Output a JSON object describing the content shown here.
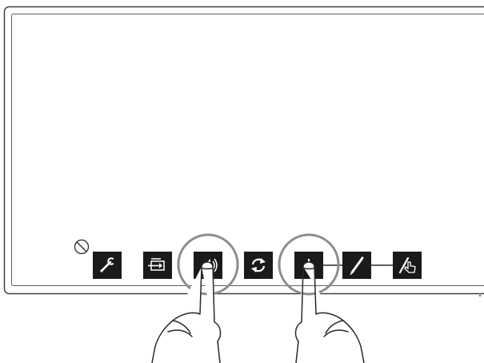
{
  "colors": {
    "bezel_stroke": "#404040",
    "screen_stroke": "#606060",
    "button_fill": "#1a1a1a",
    "icon_fill": "#ffffff",
    "highlight_ring": "#8c8c8c",
    "hand_stroke": "#2a2a2a"
  },
  "display": {
    "buttons": [
      {
        "name": "settings-button",
        "icon": "wrench-icon"
      },
      {
        "name": "input-source-button",
        "icon": "input-source-icon"
      },
      {
        "name": "speaker-button",
        "icon": "speaker-icon"
      },
      {
        "name": "refresh-button",
        "icon": "refresh-icon"
      },
      {
        "name": "touch-button",
        "icon": "hand-pointer-icon"
      },
      {
        "name": "pen-button",
        "icon": "pen-icon"
      },
      {
        "name": "pen-touch-button",
        "icon": "pen-touch-icon"
      }
    ],
    "prohibited_marker": "no-entry-icon",
    "highlighted_buttons": [
      "speaker-button",
      "touch-button"
    ],
    "linked_buttons": [
      "touch-button",
      "pen-button",
      "pen-touch-button"
    ]
  }
}
